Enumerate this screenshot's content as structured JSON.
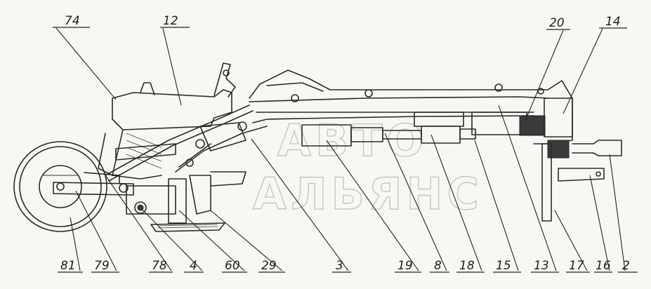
{
  "watermark": {
    "line1": "АВТО",
    "line2": "АЛЬЯНС"
  },
  "callouts_top": [
    "74",
    "12",
    "20",
    "14"
  ],
  "callouts_bottom": [
    "81",
    "79",
    "78",
    "4",
    "60",
    "29",
    "3",
    "19",
    "8",
    "18",
    "15",
    "13",
    "17",
    "16",
    "2"
  ]
}
